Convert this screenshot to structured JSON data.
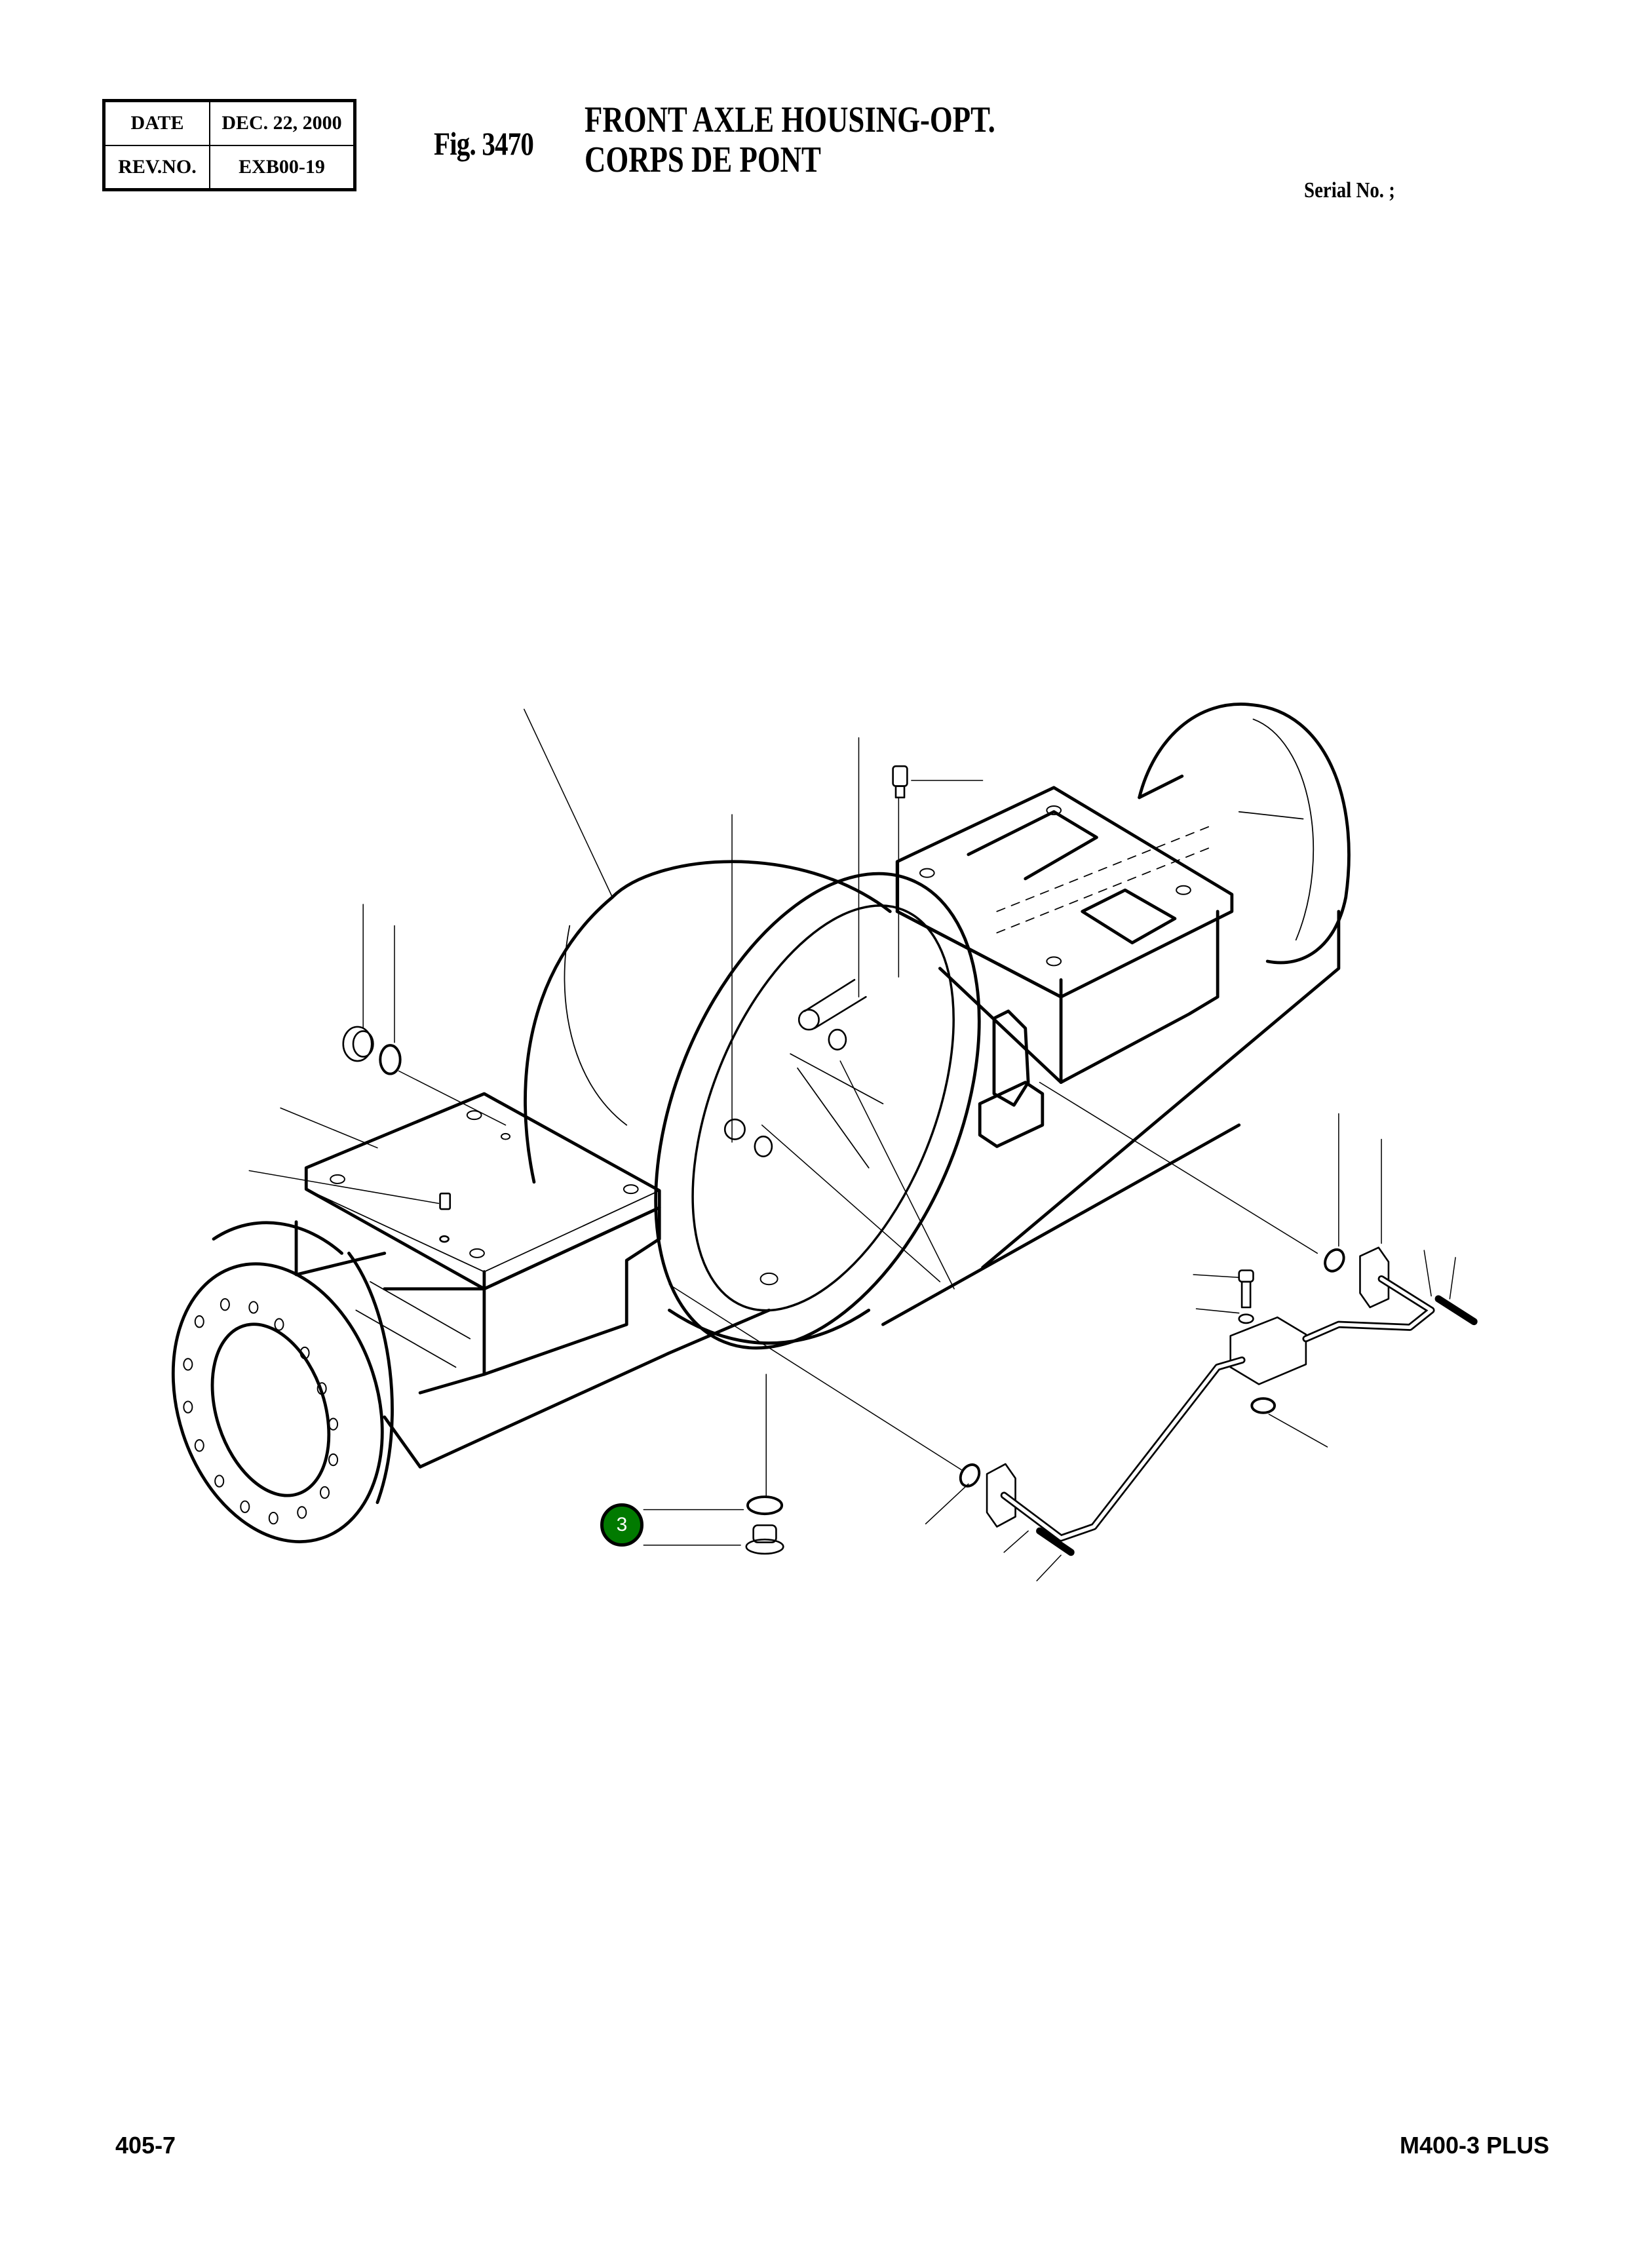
{
  "header": {
    "revision_table": {
      "rows": [
        {
          "label": "DATE",
          "value": "DEC. 22, 2000"
        },
        {
          "label": "REV.NO.",
          "value": "EXB00-19"
        }
      ]
    },
    "figure_number": "Fig. 3470",
    "title_en": "FRONT AXLE HOUSING-OPT.",
    "title_fr": "CORPS DE PONT",
    "serial_label": "Serial No. ;"
  },
  "drawing": {
    "subject": "front-axle-housing-exploded-view",
    "callouts": [
      {
        "number": "3",
        "color": "#017a00",
        "text_color": "#ffffff"
      }
    ]
  },
  "footer": {
    "page_number": "405-7",
    "model": "M400-3 PLUS"
  }
}
